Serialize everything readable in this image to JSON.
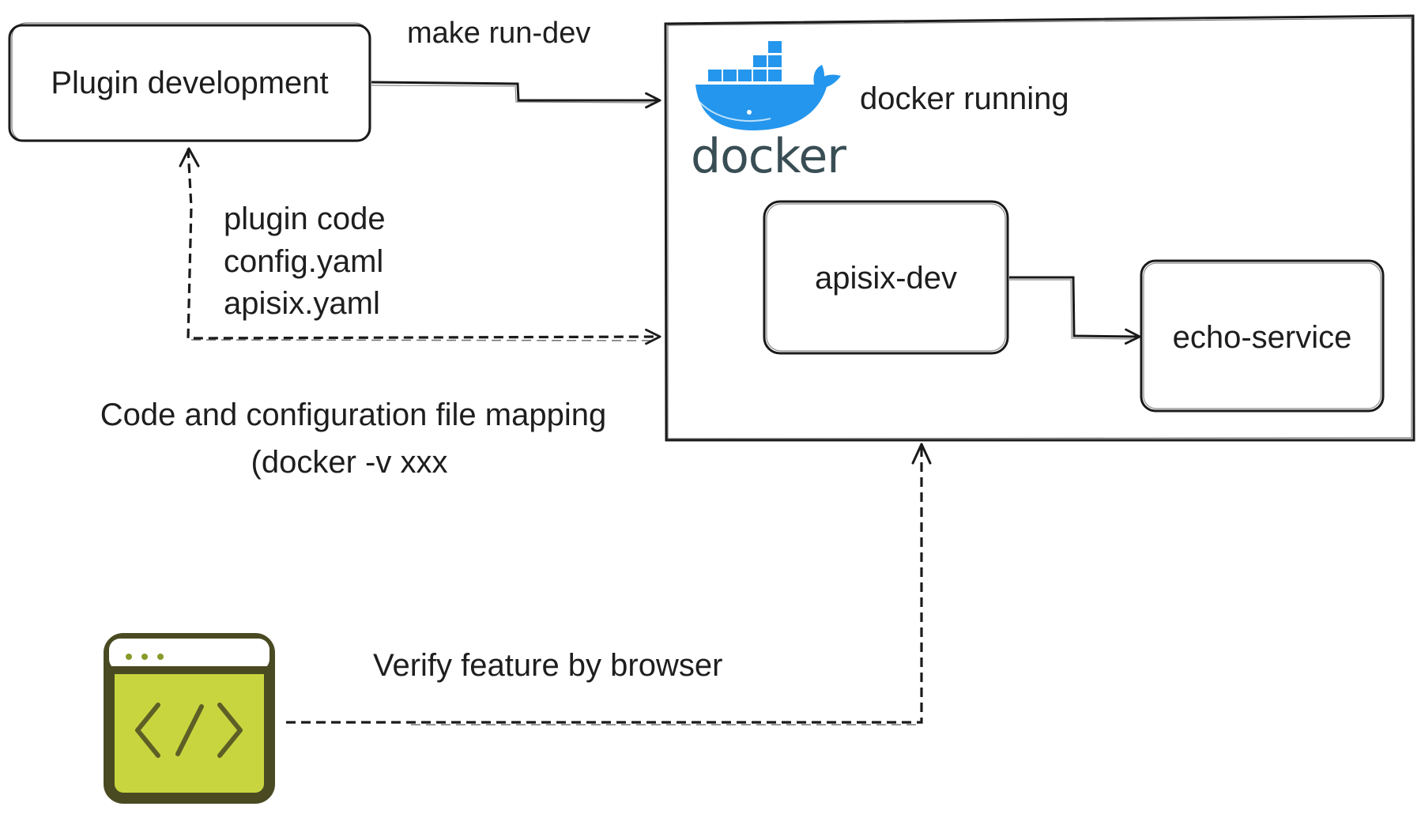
{
  "nodes": {
    "plugin_development": "Plugin development",
    "apisix_dev": "apisix-dev",
    "echo_service": "echo-service",
    "docker_running": "docker running",
    "docker_logo_word": "docker"
  },
  "edges": {
    "make_run_dev": "make run-dev",
    "mapped_files": [
      "plugin code",
      "config.yaml",
      "apisix.yaml"
    ],
    "mapping_caption_line1": "Code and configuration file mapping",
    "mapping_caption_line2": "(docker -v xxx",
    "verify_browser": "Verify feature by browser"
  },
  "icons": {
    "docker": "docker-whale-icon",
    "browser": "browser-code-icon"
  },
  "colors": {
    "stroke": "#1a1a1a",
    "docker_blue": "#2496ed",
    "docker_text": "#394d54",
    "browser_fill": "#c9d53f",
    "browser_frame": "#4a4a22"
  }
}
